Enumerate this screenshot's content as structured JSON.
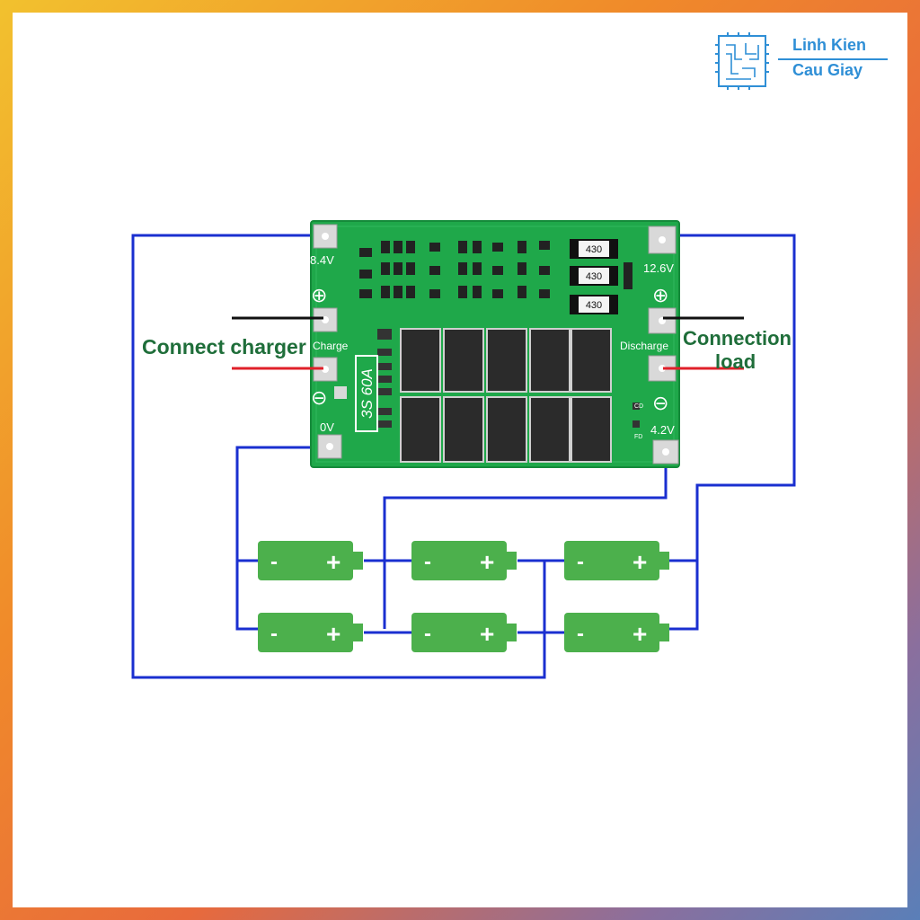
{
  "brand": {
    "line1": "Linh Kien",
    "line2": "Cau Giay",
    "icon": "circuit-chip-icon",
    "color": "#2f8fd6"
  },
  "board": {
    "model": "3S 60A",
    "color": "#1fa84a",
    "pads_left": [
      {
        "label": "8.4V"
      },
      {
        "label": "⊕"
      },
      {
        "label": "Charge"
      },
      {
        "label": "⊖"
      },
      {
        "label": "0V"
      }
    ],
    "pads_right": [
      {
        "label": "12.6V"
      },
      {
        "label": "⊕"
      },
      {
        "label": "Discharge"
      },
      {
        "label": "⊖"
      },
      {
        "label": "4.2V"
      }
    ],
    "resistor_code": "430",
    "small_labels": [
      "CD",
      "FD"
    ]
  },
  "annotations": {
    "charger": "Connect charger",
    "load_line1": "Connection",
    "load_line2": "load"
  },
  "battery": {
    "minus": "-",
    "plus": "+",
    "color": "#4cb04c"
  },
  "wire_color": "#1a2fd0"
}
